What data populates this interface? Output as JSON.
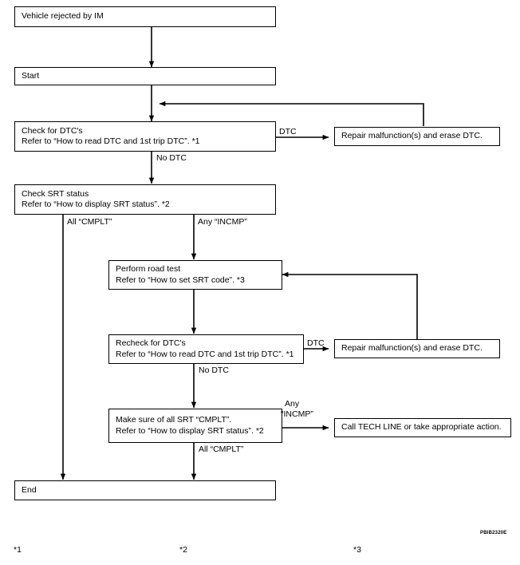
{
  "figure": {
    "code": "PBIB2320E",
    "background": "#ffffff",
    "line_color": "#000000"
  },
  "nodes": [
    {
      "id": "vehicle-rejected",
      "lines": [
        "Vehicle rejected by IM"
      ]
    },
    {
      "id": "start",
      "lines": [
        "Start"
      ]
    },
    {
      "id": "check-dtc",
      "lines": [
        "Check for DTC's",
        "Refer to “How to read DTC and 1st trip DTC”. *1"
      ]
    },
    {
      "id": "repair-erase-1",
      "lines": [
        "Repair malfunction(s) and erase DTC."
      ]
    },
    {
      "id": "check-srt",
      "lines": [
        "Check SRT status",
        "Refer to “How to display SRT status”. *2"
      ]
    },
    {
      "id": "road-test",
      "lines": [
        "Perform road test",
        "Refer to “How to set SRT code”. *3"
      ]
    },
    {
      "id": "recheck-dtc",
      "lines": [
        "Recheck for DTC's",
        "Refer to “How to read DTC and 1st trip DTC”. *1"
      ]
    },
    {
      "id": "repair-erase-2",
      "lines": [
        "Repair malfunction(s) and erase DTC."
      ]
    },
    {
      "id": "make-sure-srt",
      "lines": [
        "Make sure of all SRT “CMPLT”.",
        "Refer to “How to display SRT status”. *2"
      ]
    },
    {
      "id": "tech-line",
      "lines": [
        "Call TECH LINE or take appropriate action."
      ]
    },
    {
      "id": "end",
      "lines": [
        "End"
      ]
    }
  ],
  "edge_labels": [
    {
      "id": "dtc-1",
      "text": "DTC"
    },
    {
      "id": "no-dtc-1",
      "text": "No DTC"
    },
    {
      "id": "all-cmplt-1",
      "text": "All “CMPLT”"
    },
    {
      "id": "any-incmp-1",
      "text": "Any “INCMP”"
    },
    {
      "id": "dtc-2",
      "text": "DTC"
    },
    {
      "id": "no-dtc-2",
      "text": "No DTC"
    },
    {
      "id": "any-incmp-2-a",
      "text": "Any"
    },
    {
      "id": "any-incmp-2-b",
      "text": "“INCMP”"
    },
    {
      "id": "all-cmplt-2",
      "text": "All “CMPLT”"
    }
  ],
  "footnote_marks": [
    {
      "id": "mark-1",
      "text": "*1"
    },
    {
      "id": "mark-2",
      "text": "*2"
    },
    {
      "id": "mark-3",
      "text": "*3"
    }
  ]
}
